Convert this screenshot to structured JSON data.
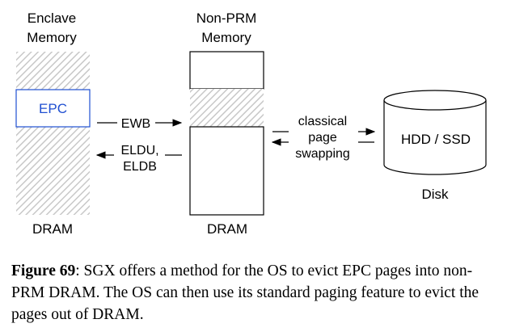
{
  "diagram": {
    "enclave_memory_title_line1": "Enclave",
    "enclave_memory_title_line2": "Memory",
    "non_prm_title_line1": "Non-PRM",
    "non_prm_title_line2": "Memory",
    "epc_label": "EPC",
    "dram_left_label": "DRAM",
    "dram_middle_label": "DRAM",
    "ewb_label": "EWB",
    "eldu_label_line1": "ELDU,",
    "eldu_label_line2": "ELDB",
    "paging_label_line1": "classical",
    "paging_label_line2": "page",
    "paging_label_line3": "swapping",
    "disk_device_label": "HDD / SSD",
    "disk_label": "Disk",
    "colors": {
      "epc_border": "#1f4fd1",
      "epc_text": "#1f4fd1",
      "hatch": "#c8c8c8"
    }
  },
  "caption": {
    "figure_label": "Figure 69",
    "text": ":  SGX offers a method for the OS to evict EPC pages into non-PRM DRAM. The OS can then use its standard paging feature to evict the pages out of DRAM."
  }
}
